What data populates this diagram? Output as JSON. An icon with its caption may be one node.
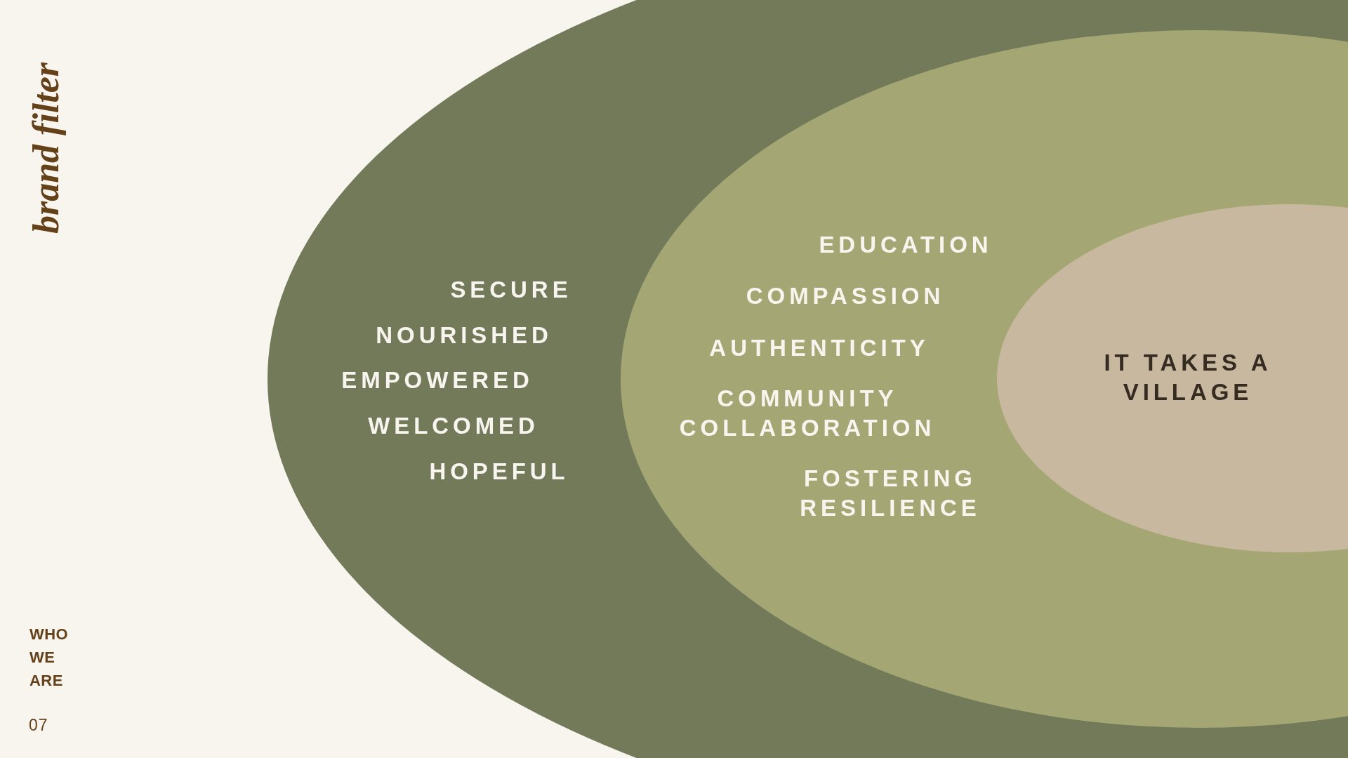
{
  "diagram": {
    "title": "brand filter",
    "nodes": [
      {
        "text": [
          "SECURE",
          "NOURISHED",
          "EMPOWERED",
          "WELCOMED",
          "HOPEFUL"
        ]
      },
      {
        "text": [
          "EDUCATION",
          "COMPASSION",
          "AUTHENTICITY",
          "COMMUNITY COLLABORATION",
          "FOSTERING RESILIENCE"
        ],
        "in": 0
      },
      {
        "text": [
          "IT TAKES A VILLAGE"
        ],
        "in": 1
      }
    ],
    "labels": [
      "WHO WE ARE",
      "07"
    ]
  }
}
